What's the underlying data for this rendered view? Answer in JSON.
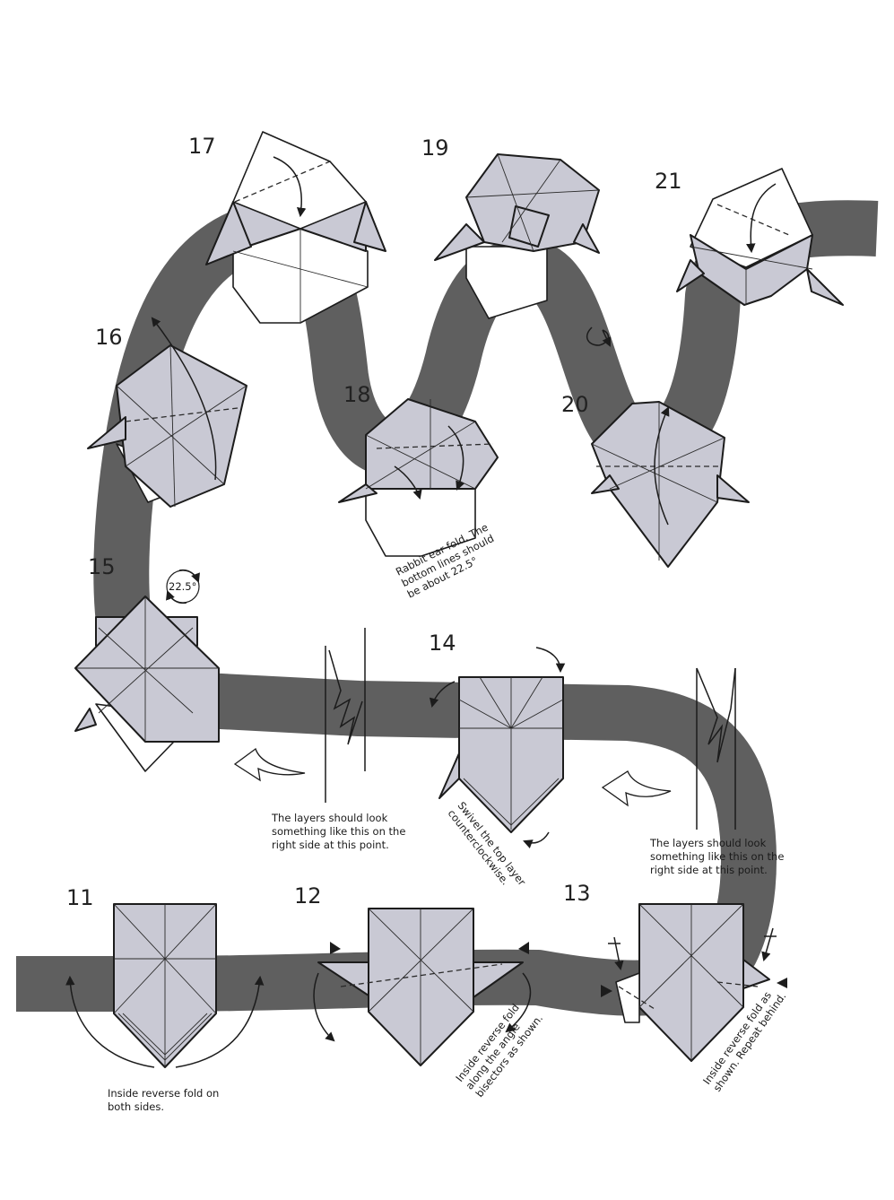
{
  "steps": {
    "s11": "11",
    "s12": "12",
    "s13": "13",
    "s14": "14",
    "s15": "15",
    "s16": "16",
    "s17": "17",
    "s18": "18",
    "s19": "19",
    "s20": "20",
    "s21": "21"
  },
  "captions": {
    "s11": [
      "Inside reverse fold on",
      "both sides."
    ],
    "s12": [
      "Inside reverse fold",
      "along the angle",
      "bisectors as shown."
    ],
    "s13": [
      "Inside reverse fold as",
      "shown. Repeat behind."
    ],
    "layers_left": [
      "The layers should look",
      "something like this on the",
      "right side at this point."
    ],
    "layers_right": [
      "The layers should look",
      "something like this on the",
      "right side at this point."
    ],
    "s14": [
      "Swivel the top layer",
      "counterclockwise."
    ],
    "s18": [
      "Rabbit ear fold. The",
      "bottom lines should",
      "be about 22.5°"
    ]
  },
  "angle_badge": "22.5°",
  "colors": {
    "band": "#5f5f5f",
    "paper": "#c9c9d4",
    "ink": "#1c1c1c"
  },
  "icons": [
    "curved-arrow-icon",
    "swivel-arrow-icon",
    "turn-over-icon",
    "repeat-behind-icon"
  ]
}
